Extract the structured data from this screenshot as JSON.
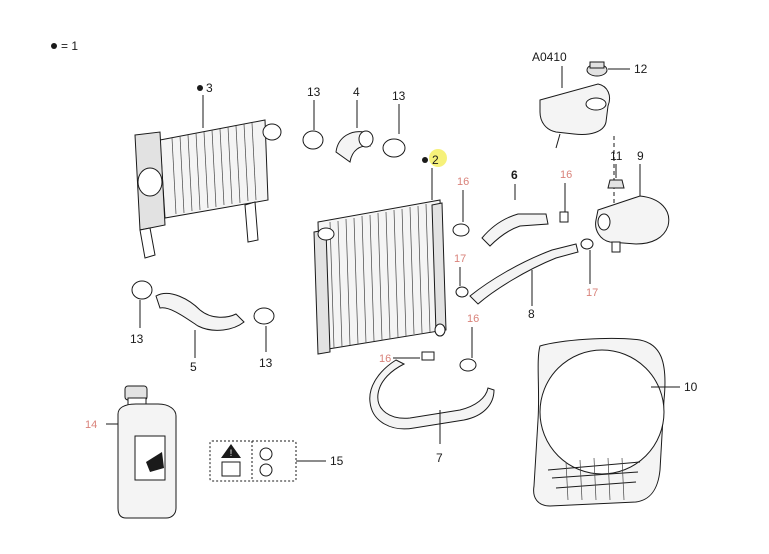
{
  "legend": {
    "text": "= 1"
  },
  "diagram_code": "A0410",
  "labels": {
    "p2": "2",
    "p3": "3",
    "p4": "4",
    "p5": "5",
    "p6": "6",
    "p7": "7",
    "p8": "8",
    "p9": "9",
    "p10": "10",
    "p11": "11",
    "p12": "12",
    "p13a": "13",
    "p13b": "13",
    "p13c": "13",
    "p13d": "13",
    "p14": "14",
    "p15": "15",
    "p16a": "16",
    "p16b": "16",
    "p16c": "16",
    "p16d": "16",
    "p17a": "17",
    "p17b": "17"
  },
  "colors": {
    "highlight": "#f6f17a",
    "callout_red": "#d9827a",
    "line": "#1a1a1a"
  }
}
